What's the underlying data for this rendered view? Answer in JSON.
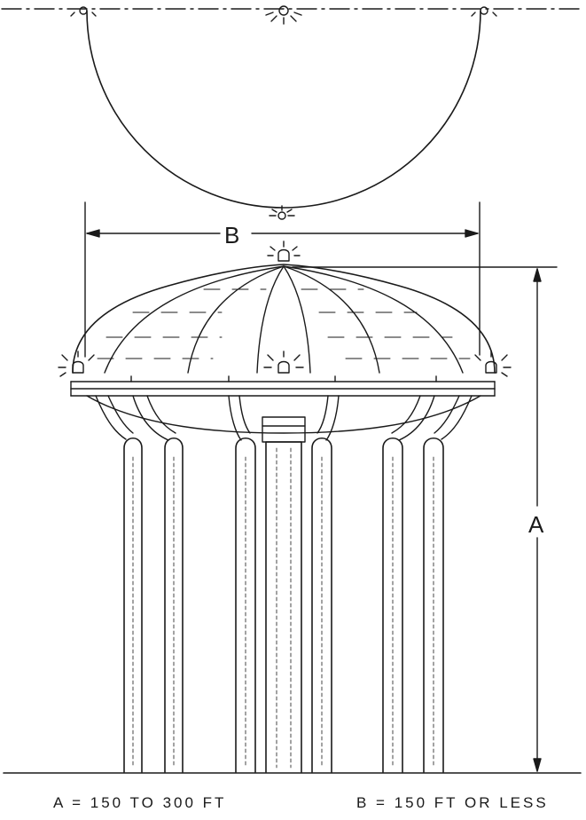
{
  "labels": {
    "dimension_b": "B",
    "dimension_a": "A"
  },
  "captions": {
    "a_range": "A = 150  TO  300 FT",
    "b_range": "B = 150 FT  OR  LESS"
  },
  "colors": {
    "ink": "#1a1a1a",
    "background": "#ffffff"
  }
}
